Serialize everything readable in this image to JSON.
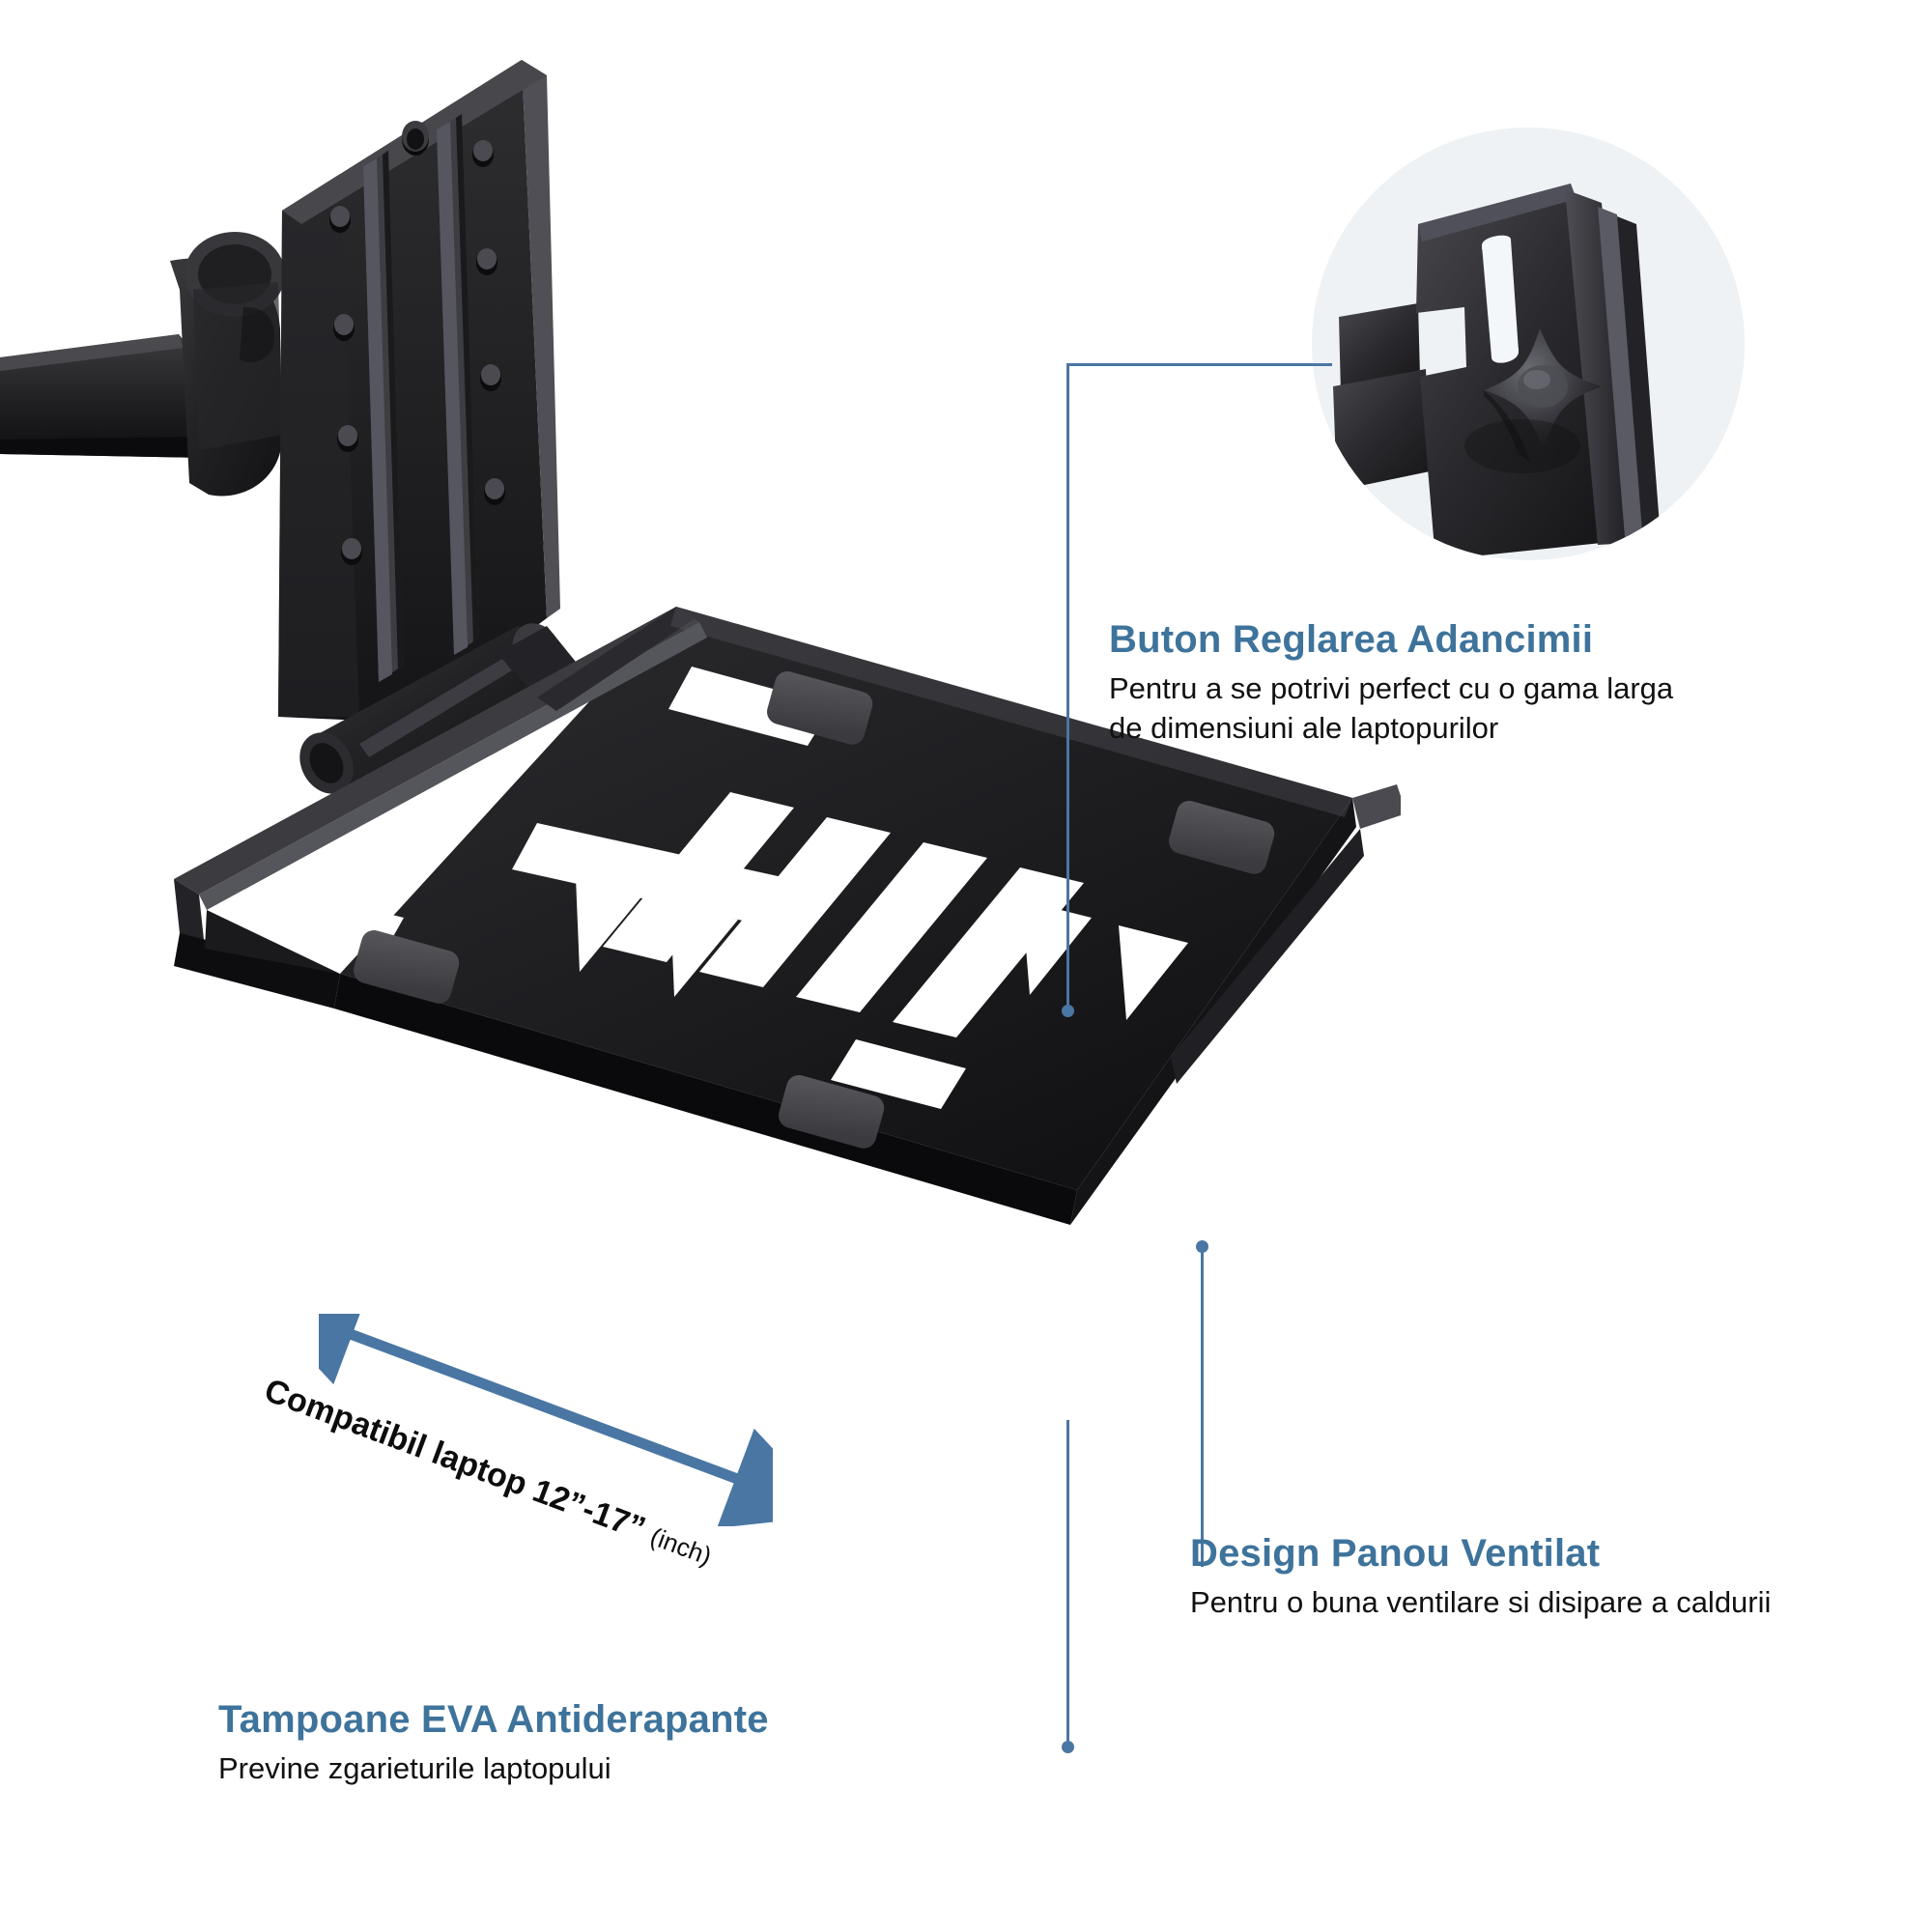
{
  "page": {
    "background": "#ffffff",
    "accent_blue": "#3e739b",
    "line_blue": "#4a76a3",
    "body_text_color": "#111111",
    "inset_bg": "#eef2f5",
    "product_black": "#1c1c1e"
  },
  "inset": {
    "name": "depth-adjustment-knob-closeup",
    "shape": "circle"
  },
  "callouts": [
    {
      "id": "depth-knob",
      "title": "Buton Reglarea Adancimii",
      "body": "Pentru a se potrivi perfect cu o gama larga\nde dimensiuni ale laptopurilor"
    },
    {
      "id": "vented-panel",
      "title": "Design Panou Ventilat",
      "body": "Pentru o buna ventilare si disipare a caldurii"
    },
    {
      "id": "eva-pads",
      "title": "Tampoane  EVA Antiderapante",
      "body": "Previne zgarieturile laptopului"
    }
  ],
  "dimension": {
    "label": "Compatibil laptop 12”-17”",
    "unit": "(inch)",
    "arrow": "double-headed"
  }
}
